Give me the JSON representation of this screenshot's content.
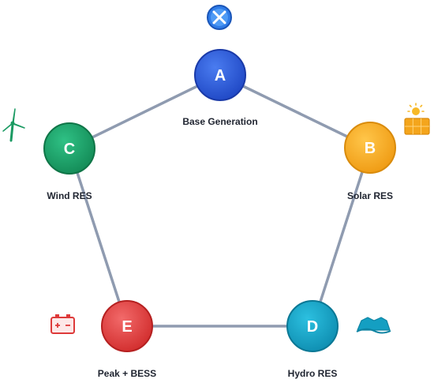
{
  "nodes": [
    {
      "id": "A",
      "letter": "A",
      "caption": "Base Generation",
      "icon": "generation-icon",
      "color": "#2f5bd6"
    },
    {
      "id": "B",
      "letter": "B",
      "caption": "Solar RES",
      "icon": "solar-panel-icon",
      "color": "#f4a51c"
    },
    {
      "id": "C",
      "letter": "C",
      "caption": "Wind RES",
      "icon": "wind-turbine-icon",
      "color": "#1a9a62"
    },
    {
      "id": "D",
      "letter": "D",
      "caption": "Hydro RES",
      "icon": "hydro-icon",
      "color": "#149fc2"
    },
    {
      "id": "E",
      "letter": "E",
      "caption": "Peak + BESS",
      "icon": "battery-icon",
      "color": "#de3a3a"
    }
  ],
  "edges": [
    [
      "A",
      "B"
    ],
    [
      "B",
      "D"
    ],
    [
      "D",
      "E"
    ],
    [
      "E",
      "C"
    ],
    [
      "C",
      "A"
    ]
  ],
  "edge_color": "#8f9bb0"
}
